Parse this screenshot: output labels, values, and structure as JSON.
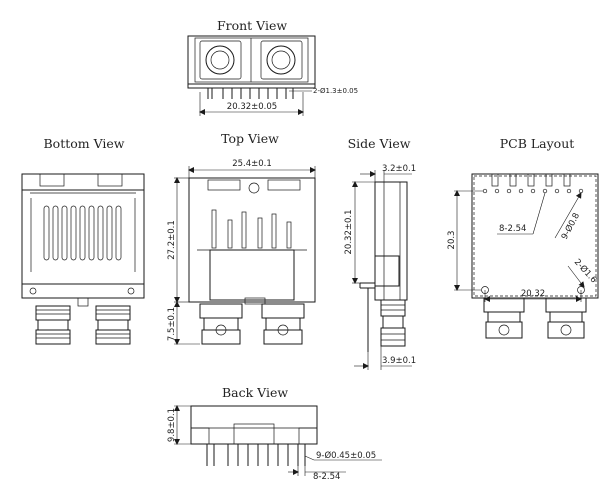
{
  "titles": {
    "front": "Front View",
    "bottom": "Bottom View",
    "top": "Top View",
    "side": "Side View",
    "pcb": "PCB Layout",
    "back": "Back View"
  },
  "dimensions": {
    "front_pins": "2-Ø1.3±0.05",
    "front_width": "20.32±0.05",
    "top_width": "25.4±0.1",
    "top_height": "27.2±0.1",
    "top_port": "7.5±0.1",
    "side_top": "3.2±0.1",
    "side_height": "20.32±0.1",
    "side_bottom": "3.9±0.1",
    "pcb_pitch": "8-2.54",
    "pcb_holes": "9-Ø0.8",
    "pcb_posts": "2-Ø1.6",
    "pcb_height": "20.3",
    "pcb_width": "20.32",
    "back_height": "9.8±0.1",
    "back_pins": "9-Ø0.45±0.05",
    "back_pitch": "8-2.54"
  }
}
